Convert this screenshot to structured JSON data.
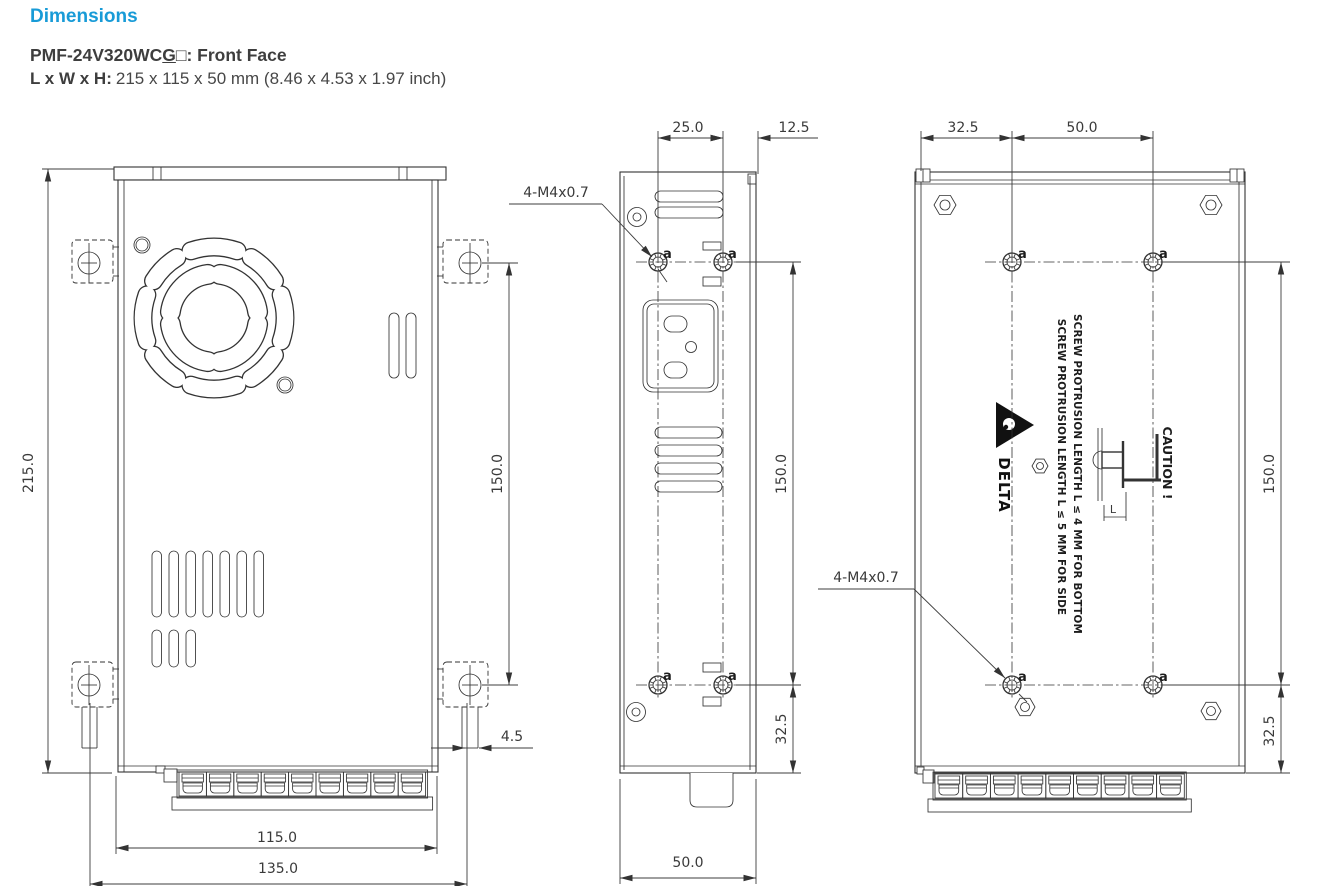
{
  "header": {
    "title": "Dimensions",
    "model_prefix": "PMF-24V320WC",
    "model_underlined": "G",
    "model_box": "□",
    "model_suffix": ": Front Face",
    "size_label": "L x W x H:",
    "size_value": "215 x 115 x 50 mm (8.46 x 4.53 x 1.97 inch)"
  },
  "colors": {
    "accent": "#189bd7",
    "line": "#333333",
    "dim_text": "#3c3c3c"
  },
  "front_view": {
    "dim_height": "215.0",
    "dim_mount_span": "150.0",
    "dim_bracket_offset": "4.5",
    "dim_body_width": "115.0",
    "dim_mount_width": "135.0"
  },
  "side_view": {
    "thread_label": "4-M4x0.7",
    "hole_label": "a",
    "dim_hole_span": "25.0",
    "dim_hole_edge": "12.5",
    "dim_mount_span": "150.0",
    "dim_hole_bottom": "32.5",
    "dim_depth": "50.0"
  },
  "back_view": {
    "thread_label": "4-M4x0.7",
    "hole_label": "a",
    "dim_edge_to_hole": "32.5",
    "dim_hole_span": "50.0",
    "dim_mount_span": "150.0",
    "dim_hole_bottom": "32.5",
    "logo_text": "DELTA",
    "caution_title": "CAUTION !",
    "caution_line1": "SCREW PROTRUSION LENGTH  L ≤ 4 MM FOR BOTTOM",
    "caution_line2": "SCREW PROTRUSION LENGTH  L ≤ 5 MM FOR SIDE",
    "protrusion_label": "L"
  }
}
